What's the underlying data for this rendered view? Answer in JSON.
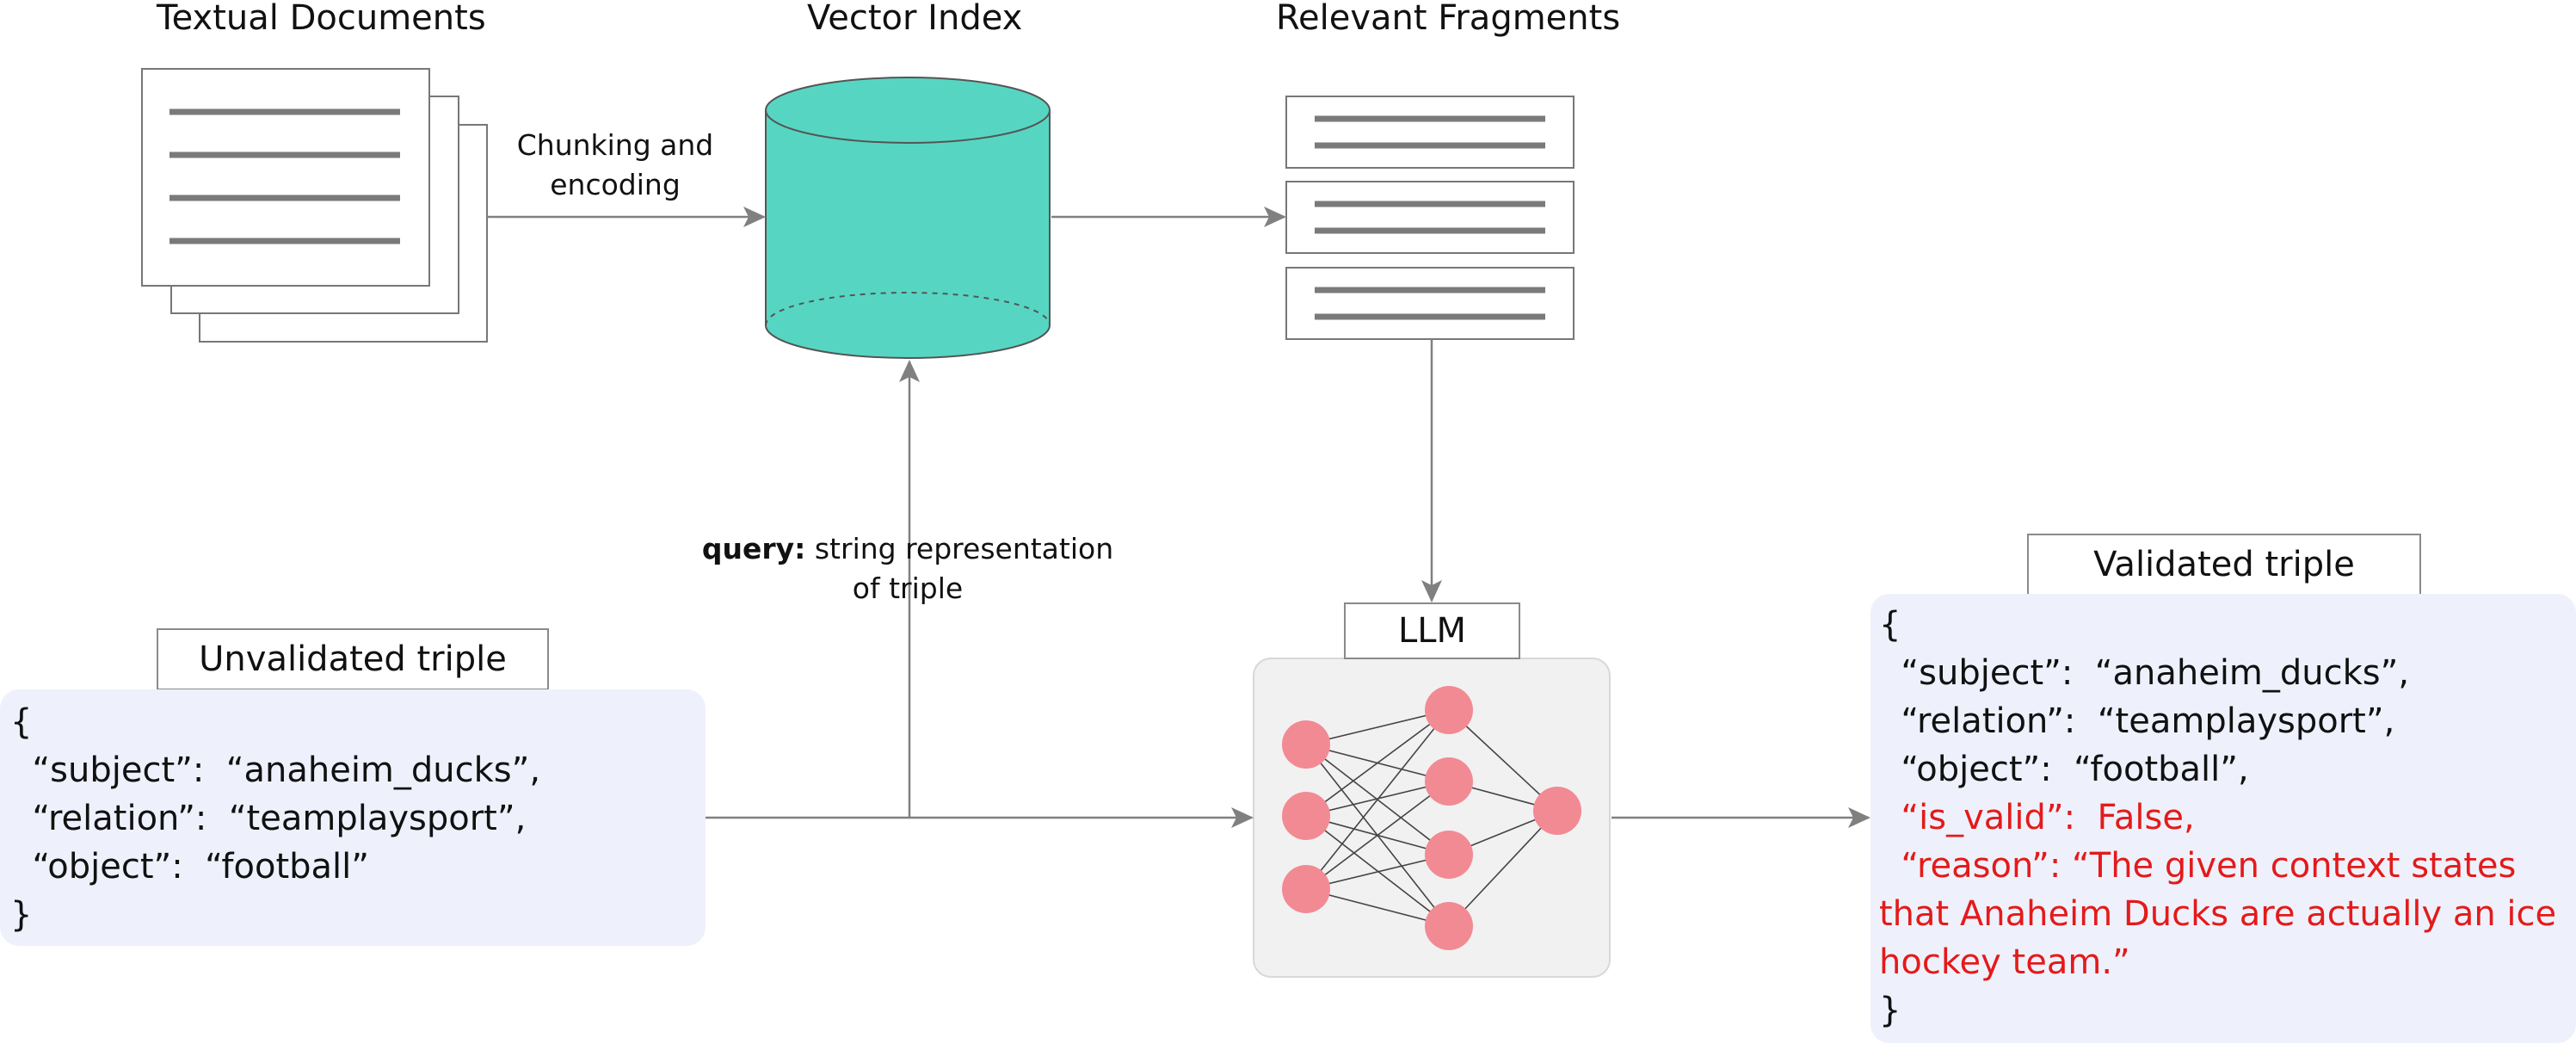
{
  "titles": {
    "documents": "Textual Documents",
    "index": "Vector Index",
    "fragments": "Relevant Fragments"
  },
  "edges": {
    "chunking_line1": "Chunking and",
    "chunking_line2": "encoding",
    "query_bold": "query:",
    "query_rest": " string representation",
    "query_line2": "of triple"
  },
  "llm_label": "LLM",
  "unvalidated": {
    "label": "Unvalidated triple",
    "lines": [
      "{",
      "  “subject”:  “anaheim_ducks”,",
      "  “relation”:  “teamplaysport”,",
      "  “object”:  “football”",
      "}"
    ]
  },
  "validated": {
    "label": "Validated triple",
    "open": "{",
    "lines": [
      "  “subject”:  “anaheim_ducks”,",
      "  “relation”:  “teamplaysport”,",
      "  “object”:  “football”,"
    ],
    "is_valid": "  “is_valid”:  False,",
    "reason_l1": "  “reason”: “The given context states",
    "reason_l2": "that Anaheim Ducks are actually an ice",
    "reason_l3": "hockey team.”",
    "close": "}"
  },
  "colors": {
    "cylinder": "#56d6c2",
    "neuron": "#f28a94",
    "panel": "#eef1fc",
    "highlight": "#e41a1a",
    "arrow": "#808080"
  }
}
